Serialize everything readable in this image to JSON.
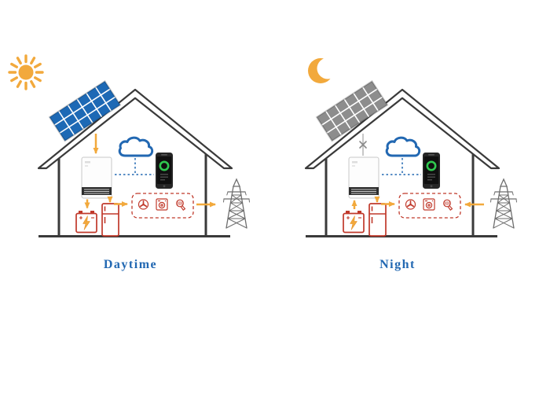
{
  "diagram": {
    "scenes": [
      {
        "id": "daytime",
        "label": "Daytime"
      },
      {
        "id": "night",
        "label": "Night"
      }
    ],
    "colors": {
      "label_blue": "#2268b2",
      "cloud_blue": "#2268b2",
      "panel_day_blue": "#1d69b5",
      "panel_night_gray": "#8d8d8d",
      "energy_arrow_yellow": "#f2a93c",
      "appliance_red": "#c0392b",
      "sun_moon_yellow": "#f2a93c",
      "house_outline_dark": "#3a3a3a",
      "tower_gray": "#6e6e6e",
      "phone_ring_green": "#2fc84f"
    }
  }
}
